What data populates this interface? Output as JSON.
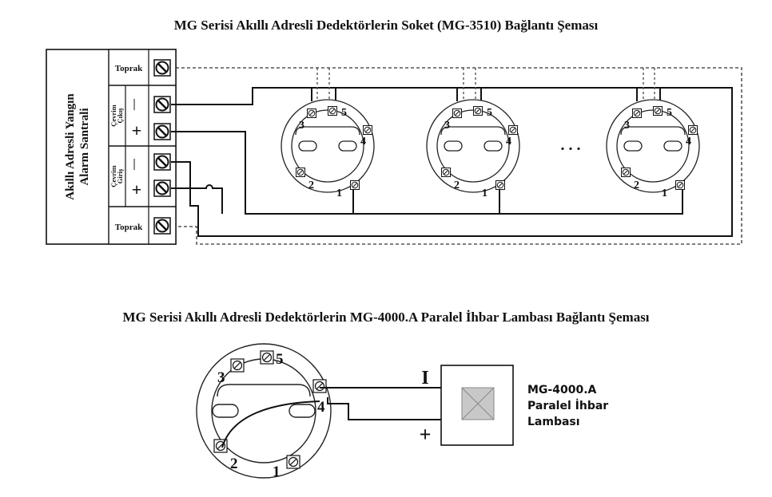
{
  "titles": {
    "top": "MG Serisi Akıllı Adresli Dedektörlerin Soket (MG-3510) Bağlantı Şeması",
    "bottom": "MG Serisi Akıllı Adresli Dedektörlerin MG-4000.A Paralel İhbar Lambası Bağlantı Şeması"
  },
  "panel": {
    "name_line1": "Akıllı Adresli Yangın",
    "name_line2": "Alarm Santrali",
    "earth_top": "Toprak",
    "earth_bottom": "Toprak",
    "loop_out_line1": "Çevrim",
    "loop_out_line2": "Çıkış",
    "loop_in_line1": "Çevrim",
    "loop_in_line2": "Giriş",
    "minus": "—",
    "plus": "+"
  },
  "socket_terminals": {
    "t1": "1",
    "t2": "2",
    "t3": "3",
    "t4": "4",
    "t5": "5"
  },
  "ellipsis": ". . .",
  "lamp": {
    "minus": "I",
    "plus": "+",
    "label_line1": "MG-4000.A",
    "label_line2": "Paralel İhbar",
    "label_line3": "Lambası"
  },
  "colors": {
    "line": "#111111",
    "dashed": "#555555",
    "lamp_body": "#c8c8c8"
  }
}
